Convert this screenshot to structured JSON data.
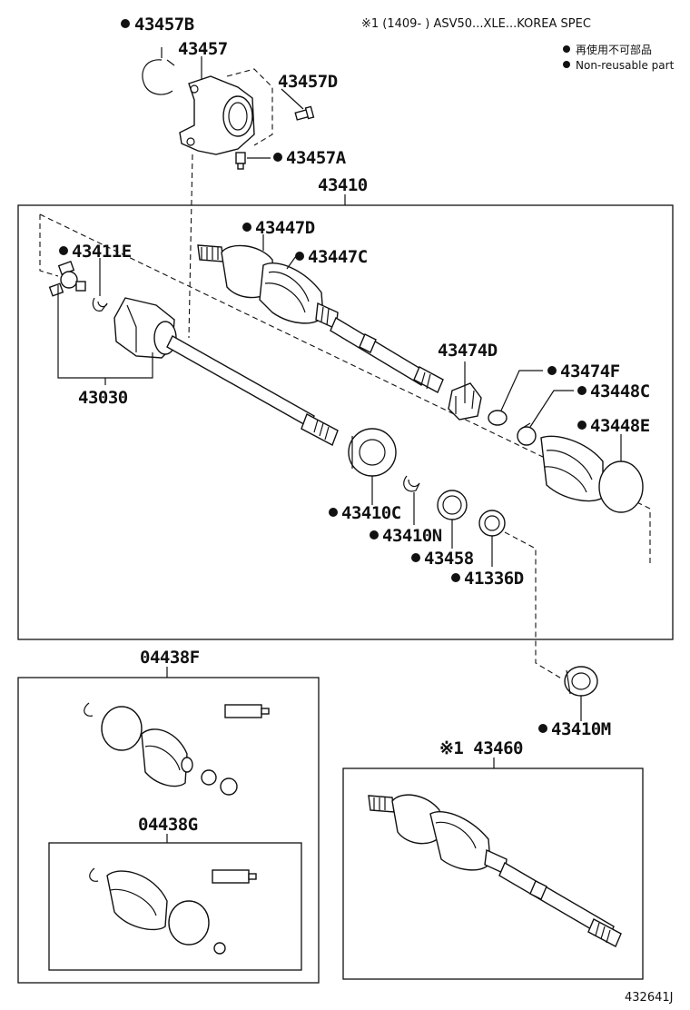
{
  "header": {
    "spec_note": "※1 (1409-      ) ASV50...XLE...KOREA SPEC",
    "legend_jp": "再使用不可部品",
    "legend_en": "Non-reusable part",
    "legend_color": "#111111"
  },
  "labels": {
    "p43457B": "43457B",
    "p43457": "43457",
    "p43457D": "43457D",
    "p43457A": "43457A",
    "p43410": "43410",
    "p43447D": "43447D",
    "p43447C": "43447C",
    "p43411E": "43411E",
    "p43030": "43030",
    "p43474D": "43474D",
    "p43474F": "43474F",
    "p43448C": "43448C",
    "p43448E": "43448E",
    "p43410C": "43410C",
    "p43410N": "43410N",
    "p43458": "43458",
    "p41336D": "41336D",
    "p43410M": "43410M",
    "p04438F": "04438F",
    "p04438G": "04438G",
    "p43460": "※1 43460",
    "diagram_code": "432641J"
  }
}
